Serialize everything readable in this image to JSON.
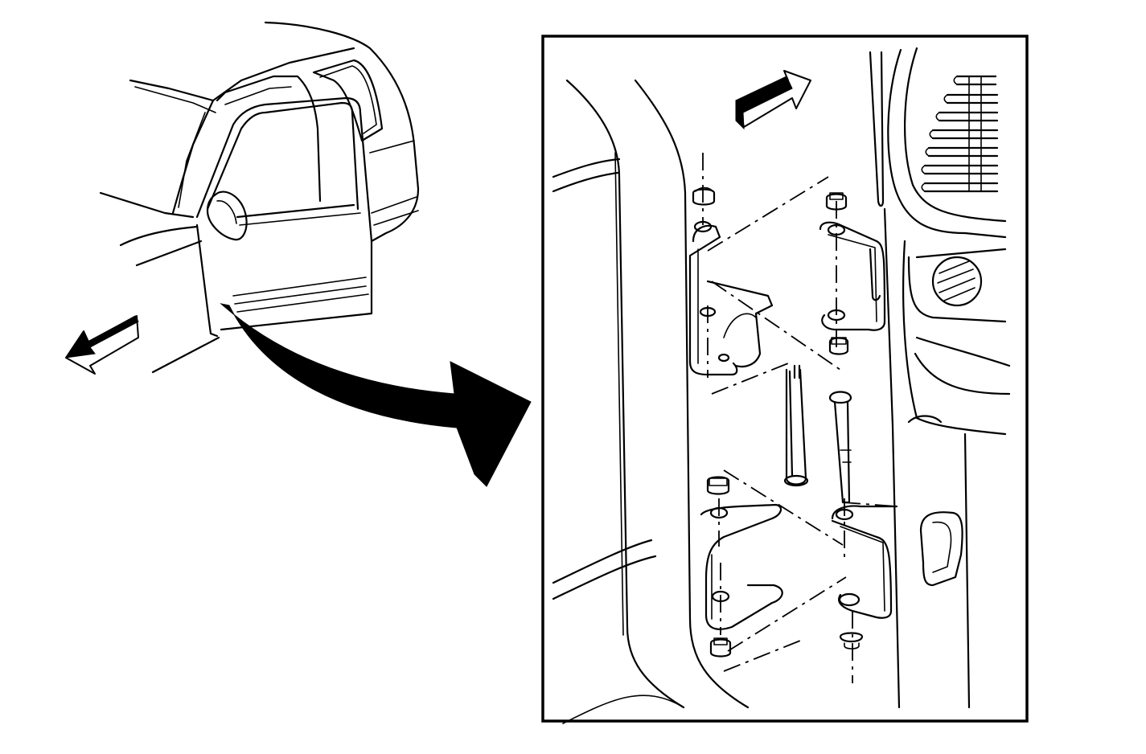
{
  "figure": {
    "overview": {
      "subject": "pickup-truck-front-door-open"
    },
    "detail": {
      "subject": "door-hinge-assembly-exploded-view"
    },
    "callout_arrow": {
      "from": "door-hinge-area",
      "to": "detail-frame"
    },
    "direction_arrows": [
      "forward-arrow-left",
      "forward-arrow-right"
    ],
    "colors": {
      "line": "#000000",
      "background": "#ffffff"
    }
  }
}
